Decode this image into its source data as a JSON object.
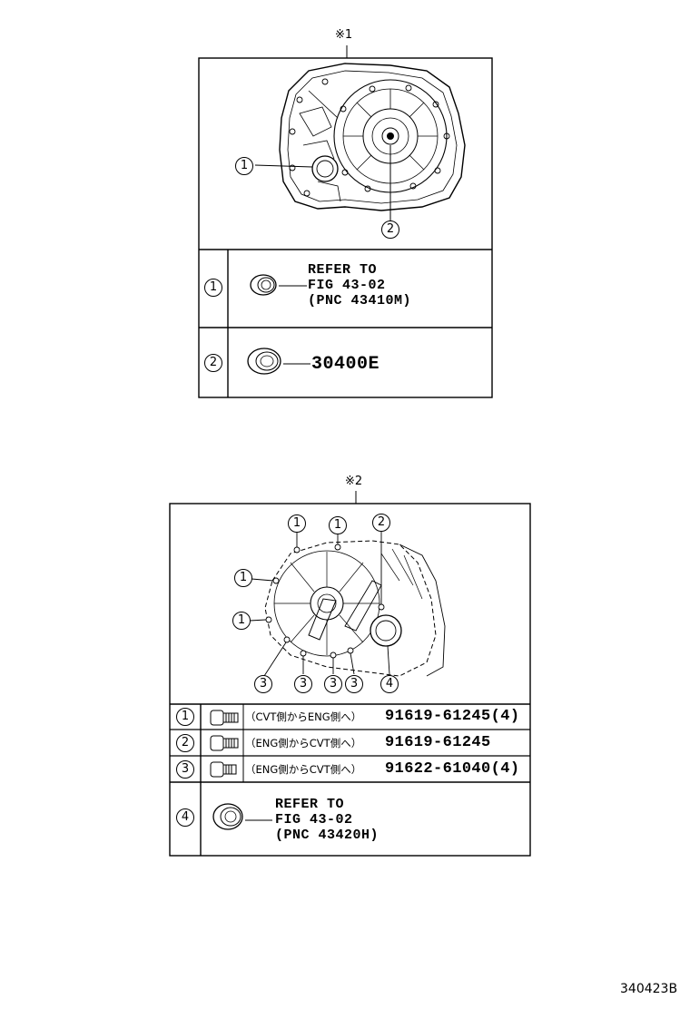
{
  "diagram_id": "340423B",
  "section1": {
    "ref_mark": "※1",
    "callouts": [
      "1",
      "2"
    ],
    "rows": [
      {
        "num": "1",
        "lines": [
          "REFER TO",
          "FIG 43-02",
          "(PNC 43410M)"
        ]
      },
      {
        "num": "2",
        "part": "30400E"
      }
    ]
  },
  "section2": {
    "ref_mark": "※2",
    "callouts_top": [
      "1",
      "1",
      "2"
    ],
    "callouts_left": [
      "1",
      "1"
    ],
    "callouts_bottom": [
      "3",
      "3",
      "3",
      "3",
      "4"
    ],
    "rows": [
      {
        "num": "1",
        "desc": "（CVT側からENG側へ）",
        "part": "91619-61245(4)"
      },
      {
        "num": "2",
        "desc": "（ENG側からCVT側へ）",
        "part": "91619-61245"
      },
      {
        "num": "3",
        "desc": "（ENG側からCVT側へ）",
        "part": "91622-61040(4)"
      },
      {
        "num": "4",
        "lines": [
          "REFER TO",
          "FIG 43-02",
          "(PNC 43420H)"
        ]
      }
    ]
  }
}
